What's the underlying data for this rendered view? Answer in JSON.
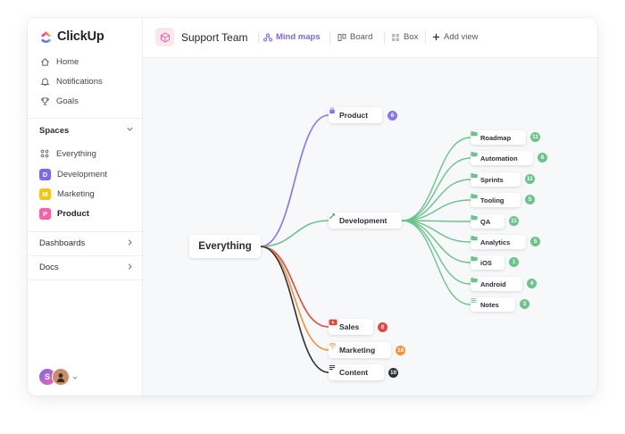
{
  "brand": {
    "name": "ClickUp"
  },
  "sidebar": {
    "nav": [
      {
        "label": "Home",
        "icon": "home-icon"
      },
      {
        "label": "Notifications",
        "icon": "bell-icon"
      },
      {
        "label": "Goals",
        "icon": "trophy-icon"
      }
    ],
    "spaces_title": "Spaces",
    "everything_label": "Everything",
    "spaces": [
      {
        "label": "Development",
        "initial": "D",
        "color": "#7b68ee",
        "active": false
      },
      {
        "label": "Marketing",
        "initial": "M",
        "color": "#f5c518",
        "active": false
      },
      {
        "label": "Product",
        "initial": "P",
        "color": "#f562a6",
        "active": true
      }
    ],
    "dashboards_label": "Dashboards",
    "docs_label": "Docs",
    "avatar_initial": "S"
  },
  "header": {
    "team_name": "Support Team",
    "views": [
      {
        "label": "Mind maps",
        "icon": "mindmap-icon",
        "active": true
      },
      {
        "label": "Board",
        "icon": "board-icon",
        "active": false
      },
      {
        "label": "Box",
        "icon": "box-icon",
        "active": false
      },
      {
        "label": "Add view",
        "icon": "plus-icon",
        "active": false
      }
    ]
  },
  "mindmap": {
    "root": "Everything",
    "branches": [
      {
        "label": "Product",
        "count": "6",
        "color": "#8a73f0",
        "icon": "bag-icon"
      },
      {
        "label": "Development",
        "count": "",
        "color": "#6cc38b",
        "icon": "hammer-icon"
      },
      {
        "label": "Sales",
        "count": "8",
        "color": "#e5483e",
        "icon": "youtube-icon"
      },
      {
        "label": "Marketing",
        "count": "18",
        "color": "#f2923a",
        "icon": "wifi-icon"
      },
      {
        "label": "Content",
        "count": "10",
        "color": "#2d3036",
        "icon": "list-icon"
      }
    ],
    "children": [
      {
        "label": "Roadmap",
        "count": "11"
      },
      {
        "label": "Automation",
        "count": "6"
      },
      {
        "label": "Sprints",
        "count": "11"
      },
      {
        "label": "Tooling",
        "count": "5"
      },
      {
        "label": "QA",
        "count": "11"
      },
      {
        "label": "Analytics",
        "count": "5"
      },
      {
        "label": "iOS",
        "count": "1"
      },
      {
        "label": "Android",
        "count": "4"
      },
      {
        "label": "Notes",
        "count": "3"
      }
    ],
    "child_color": "#6cc38b"
  }
}
